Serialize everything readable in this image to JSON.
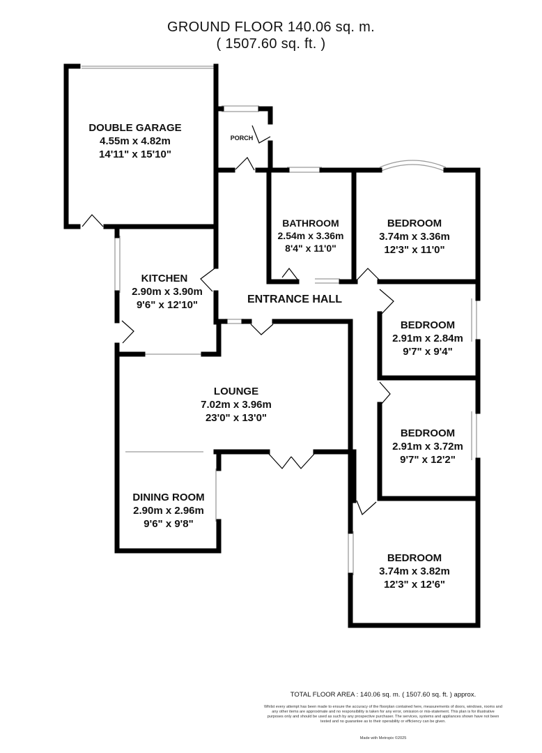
{
  "header": {
    "title": "GROUND FLOOR 140.06 sq. m.",
    "subtitle": "( 1507.60 sq. ft. )"
  },
  "rooms": {
    "garage": {
      "name": "DOUBLE GARAGE",
      "metric": "4.55m x 4.82m",
      "imperial": "14'11\" x 15'10\""
    },
    "porch": {
      "name": "PORCH"
    },
    "bathroom": {
      "name": "BATHROOM",
      "metric": "2.54m x 3.36m",
      "imperial": "8'4\" x 11'0\""
    },
    "bedroom1": {
      "name": "BEDROOM",
      "metric": "3.74m x 3.36m",
      "imperial": "12'3\" x 11'0\""
    },
    "kitchen": {
      "name": "KITCHEN",
      "metric": "2.90m x 3.90m",
      "imperial": "9'6\" x 12'10\""
    },
    "hall": {
      "name": "ENTRANCE HALL"
    },
    "bedroom2": {
      "name": "BEDROOM",
      "metric": "2.91m x 2.84m",
      "imperial": "9'7\" x 9'4\""
    },
    "lounge": {
      "name": "LOUNGE",
      "metric": "7.02m x 3.96m",
      "imperial": "23'0\" x 13'0\""
    },
    "bedroom3": {
      "name": "BEDROOM",
      "metric": "2.91m x 3.72m",
      "imperial": "9'7\" x 12'2\""
    },
    "dining": {
      "name": "DINING ROOM",
      "metric": "2.90m x 2.96m",
      "imperial": "9'6\" x 9'8\""
    },
    "bedroom4": {
      "name": "BEDROOM",
      "metric": "3.74m x 3.82m",
      "imperial": "12'3\" x 12'6\""
    }
  },
  "footer": {
    "total_area": "TOTAL FLOOR AREA : 140.06 sq. m. ( 1507.60 sq. ft. ) approx.",
    "disclaimer": "Whilst every attempt has been made to ensure the accuracy of the floorplan contained here, measurements of doors, windows, rooms and any other items are approximate and no responsibility is taken for any error, omission or mis-statement. This plan is for illustrative purposes only and should be used as such by any prospective purchaser. The services, systems and appliances shown have not been tested and no guarantee as to their operability or efficiency can be given.",
    "credit": "Made with Metropix ©2025"
  },
  "colors": {
    "wall": "#000000",
    "window": "#9a9a9a",
    "background": "#ffffff"
  }
}
